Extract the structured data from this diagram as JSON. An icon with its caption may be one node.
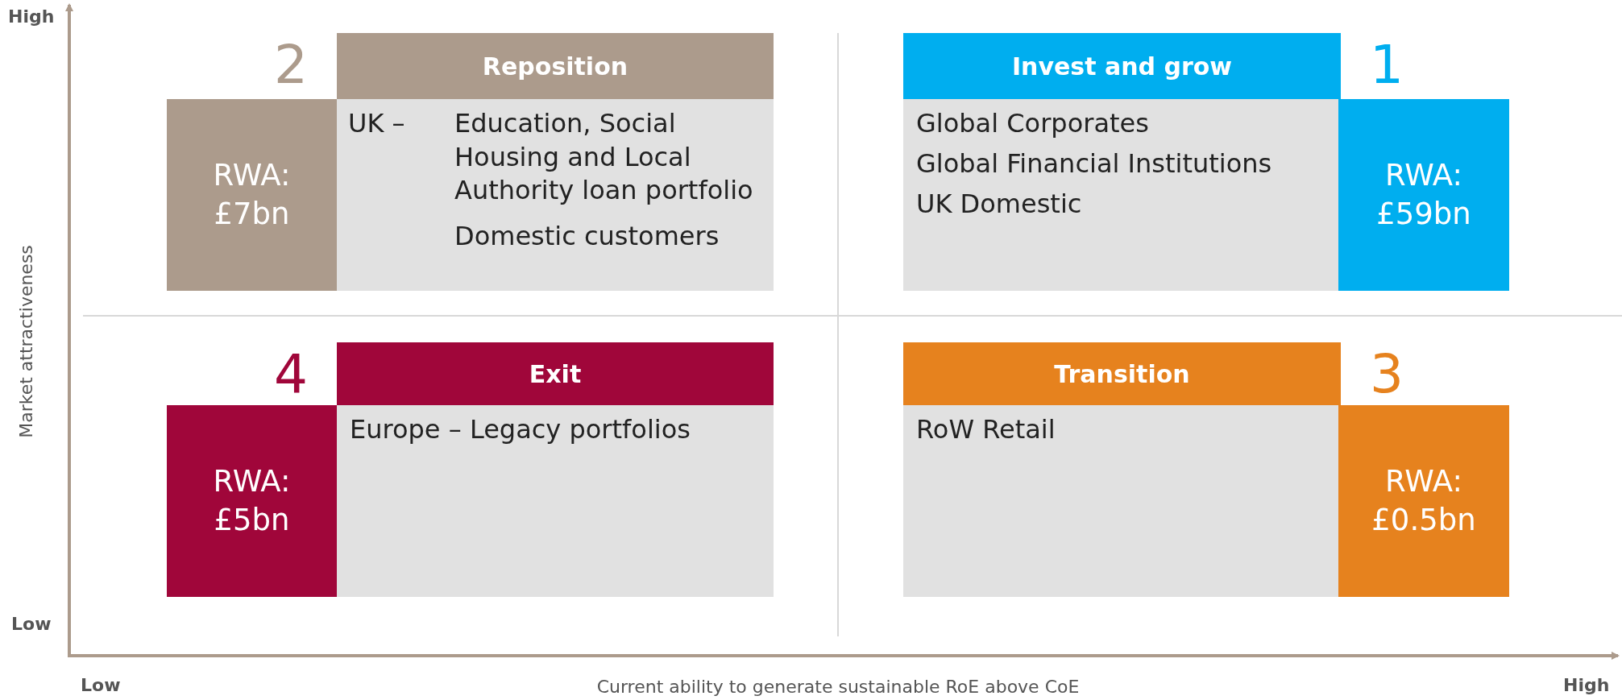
{
  "diagram": {
    "nodes": [
      {
        "text": [
          "Reposition"
        ],
        "beside": [
          "2"
        ]
      },
      {
        "text": [
          "RWA: £7bn"
        ]
      },
      {
        "text": [
          "UK –",
          "Education, Social Housing and Local Authority loan portfolio",
          "Domestic customers"
        ]
      },
      {
        "text": [
          "Invest and grow"
        ],
        "beside": [
          "1"
        ]
      },
      {
        "text": [
          "Global Corporates",
          "Global Financial Institutions",
          "UK Domestic"
        ]
      },
      {
        "text": [
          "RWA: £59bn"
        ]
      },
      {
        "text": [
          "Exit"
        ],
        "beside": [
          "4"
        ]
      },
      {
        "text": [
          "RWA: £5bn"
        ]
      },
      {
        "text": [
          "Europe – Legacy portfolios"
        ]
      },
      {
        "text": [
          "Transition"
        ],
        "beside": [
          "3"
        ]
      },
      {
        "text": [
          "RoW Retail"
        ]
      },
      {
        "text": [
          "RWA: £0.5bn"
        ]
      }
    ],
    "labels": [
      "High",
      "Market attractiveness",
      "Low",
      "Low",
      "Current ability to generate sustainable RoE above CoE",
      "High"
    ]
  }
}
